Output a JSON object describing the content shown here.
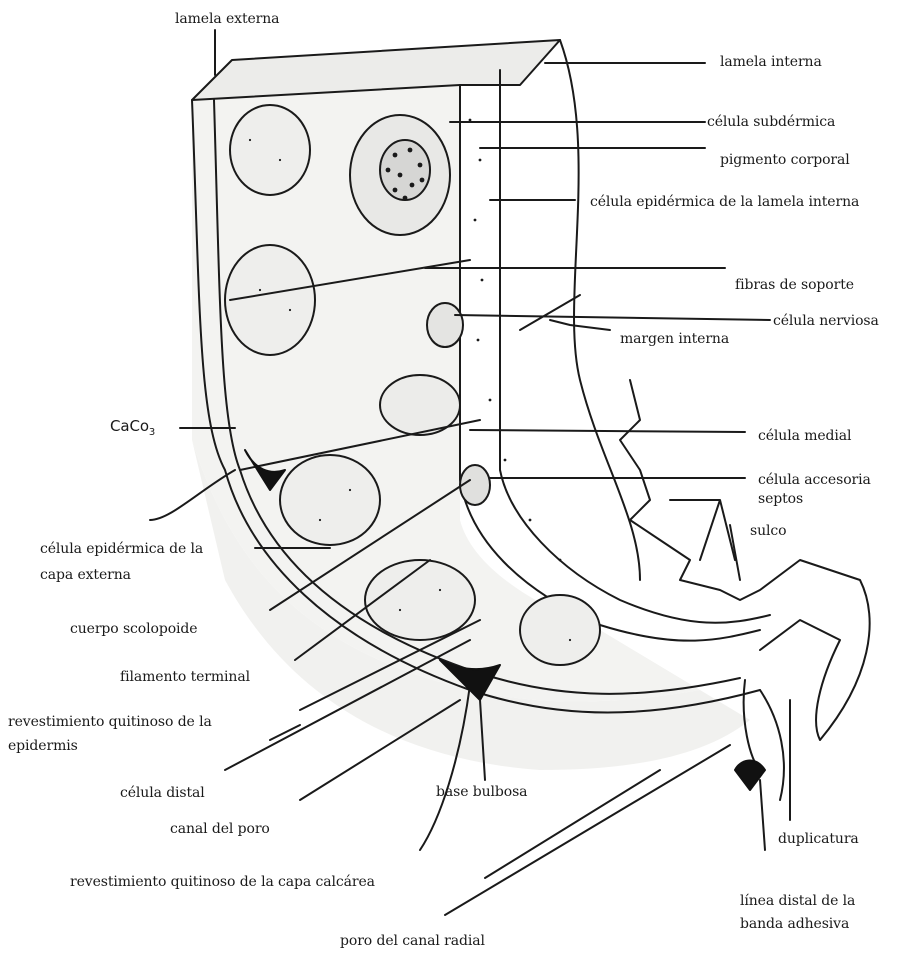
{
  "labels": {
    "lamela_externa": "lamela externa",
    "lamela_interna": "lamela interna",
    "celula_subdermica": "célula subdérmica",
    "pigmento_corporal": "pigmento corporal",
    "celula_epidermica_lamela_interna": "célula epidérmica de la lamela interna",
    "fibras_de_soporte": "fibras de soporte",
    "celula_nerviosa": "célula nerviosa",
    "margen_interna": "margen interna",
    "caco3_main": "CaCo",
    "caco3_sub": "3",
    "celula_medial": "célula medial",
    "celula_accesoria": "célula accesoria",
    "septos": "septos",
    "sulco": "sulco",
    "celula_epidermica_capa_externa_1": "célula epidérmica de la",
    "celula_epidermica_capa_externa_2": "capa externa",
    "cuerpo_scolopoide": "cuerpo scolopoide",
    "filamento_terminal": "filamento terminal",
    "revestimiento_epidermis_1": "revestimiento quitinoso de la",
    "revestimiento_epidermis_2": "epidermis",
    "celula_distal": "célula distal",
    "base_bulbosa": "base bulbosa",
    "canal_del_poro": "canal del poro",
    "duplicatura": "duplicatura",
    "revestimiento_calcarea": "revestimiento quitinoso de la capa calcárea",
    "linea_distal_1": "línea distal de la",
    "linea_distal_2": "banda adhesiva",
    "poro_canal_radial": "poro del canal radial"
  },
  "colors": {
    "ink": "#1a1a1a",
    "tissue": "#f1f1ef",
    "dark": "#111111"
  }
}
